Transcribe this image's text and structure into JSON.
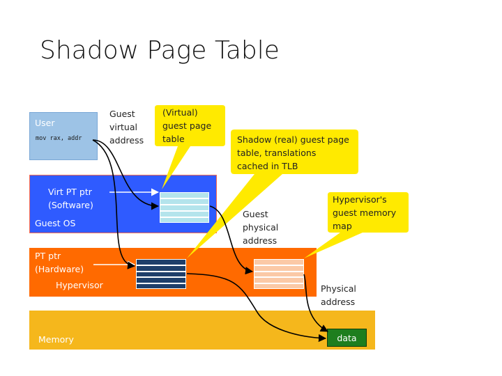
{
  "title": "Shadow Page Table",
  "user": {
    "label": "User",
    "instruction": "mov rax, addr"
  },
  "guest_os": {
    "ptr_label_line1": "Virt PT ptr",
    "ptr_label_line2": "(Software)",
    "label": "Guest OS"
  },
  "hypervisor": {
    "ptr_label_line1": "PT ptr",
    "ptr_label_line2": "(Hardware)",
    "label": "Hypervisor"
  },
  "memory": {
    "label": "Memory",
    "data_label": "data"
  },
  "address_labels": {
    "guest_virtual": [
      "Guest",
      "virtual",
      "address"
    ],
    "guest_physical": [
      "Guest",
      "physical",
      "address"
    ],
    "physical": [
      "Physical",
      "address"
    ]
  },
  "callouts": {
    "virtual_gpt": [
      "(Virtual)",
      "guest page",
      "table"
    ],
    "shadow_gpt": [
      "Shadow (real) guest page",
      "table, translations",
      "cached in TLB"
    ],
    "hv_map": [
      "Hypervisor's",
      "guest memory",
      "map"
    ]
  },
  "colors": {
    "user_box": "#9dc3e6",
    "guest_os": "#2f5bff",
    "hypervisor": "#ff6a00",
    "memory": "#f5b71c",
    "callout": "#ffea00",
    "virtual_pt": "#b4e4ec",
    "shadow_pt": "#1f3f6a",
    "hv_map_pt": "#fbc9a6",
    "data_box": "#1e7e1e"
  }
}
